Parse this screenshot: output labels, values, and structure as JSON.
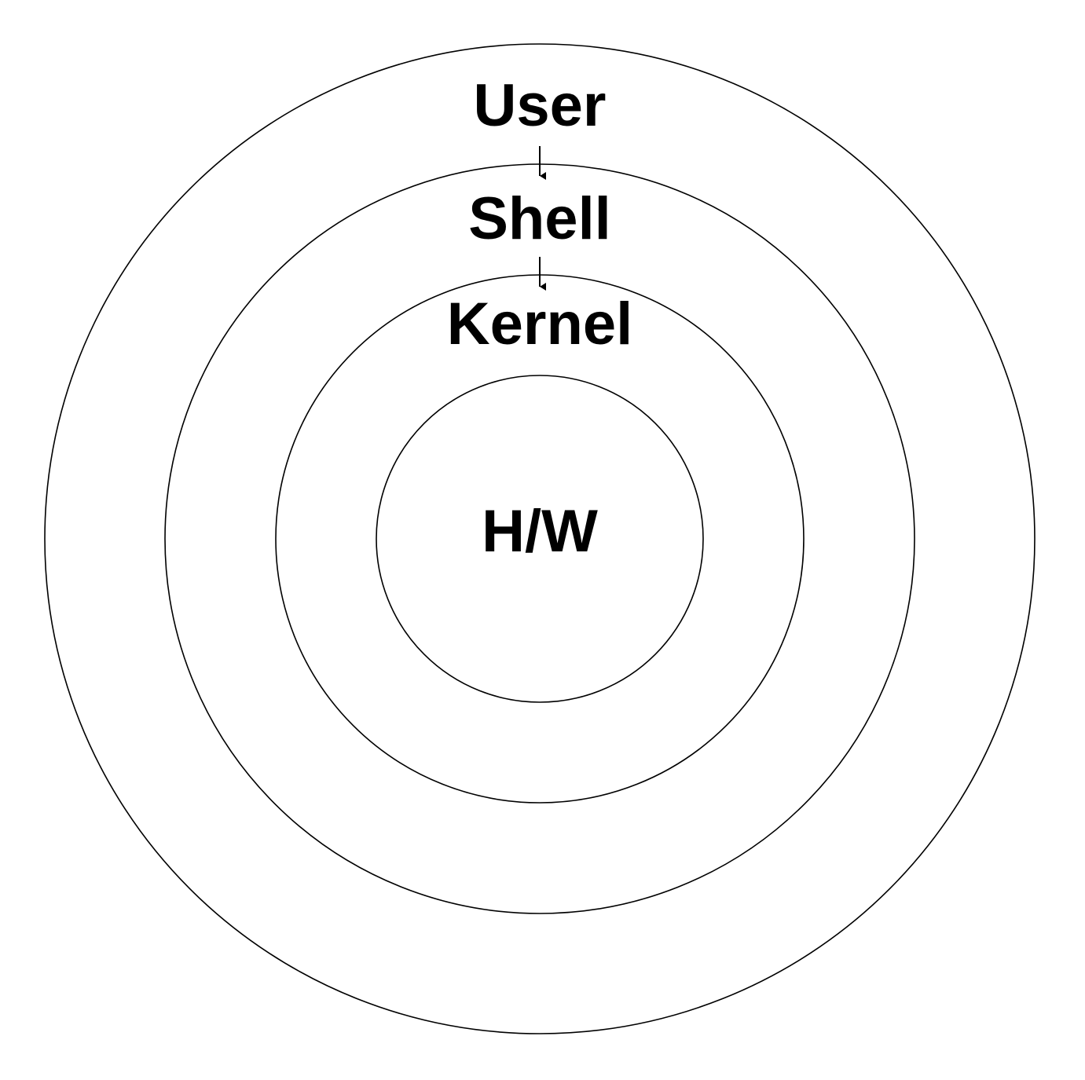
{
  "layers": {
    "user": "User",
    "shell": "Shell",
    "kernel": "Kernel",
    "hardware": "H/W"
  },
  "colors": {
    "background": "#ffffff",
    "stroke": "#000000",
    "text": "#000000"
  }
}
